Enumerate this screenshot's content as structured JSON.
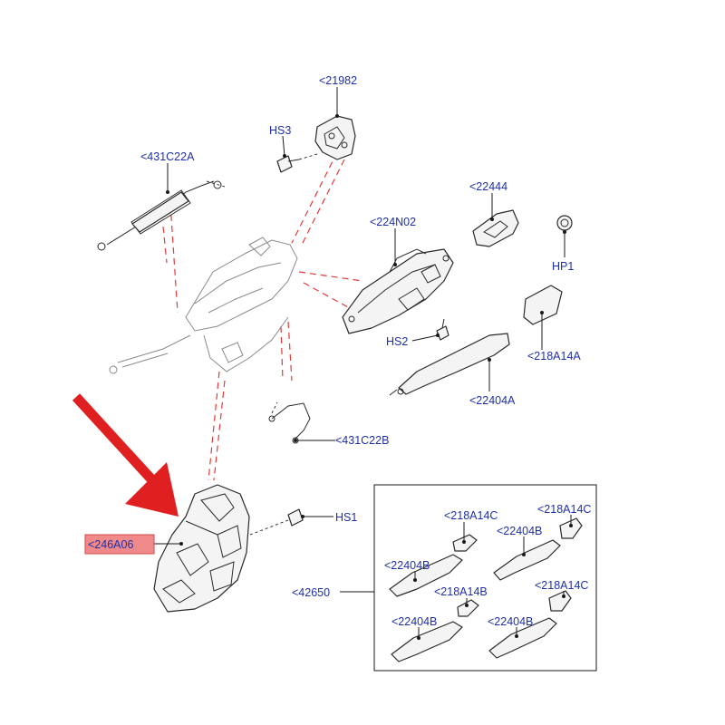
{
  "labels": {
    "l21982": "<21982",
    "lHS3": "HS3",
    "l431C22A": "<431C22A",
    "l22444": "<22444",
    "l224N02": "<224N02",
    "lHP1": "HP1",
    "lHS2": "HS2",
    "l218A14A": "<218A14A",
    "l22404A": "<22404A",
    "l431C22B": "<431C22B",
    "lHS1": "HS1",
    "l246A06": "<246A06",
    "l42650": "<42650",
    "kit_218A14C_1": "<218A14C",
    "kit_218A14C_2": "<218A14C",
    "kit_22404B_1": "<22404B",
    "kit_22404B_2": "<22404B",
    "kit_218A14B": "<218A14B",
    "kit_218A14C_3": "<218A14C",
    "kit_22404B_3": "<22404B",
    "kit_22404B_4": "<22404B"
  },
  "colors": {
    "label_text": "#1f2fa8",
    "highlight_box": "#f08a8a",
    "pointer_arrow": "#e02020",
    "explode_lines": "#e23a3a"
  },
  "icons": {
    "pointer": "red-arrow-icon"
  }
}
